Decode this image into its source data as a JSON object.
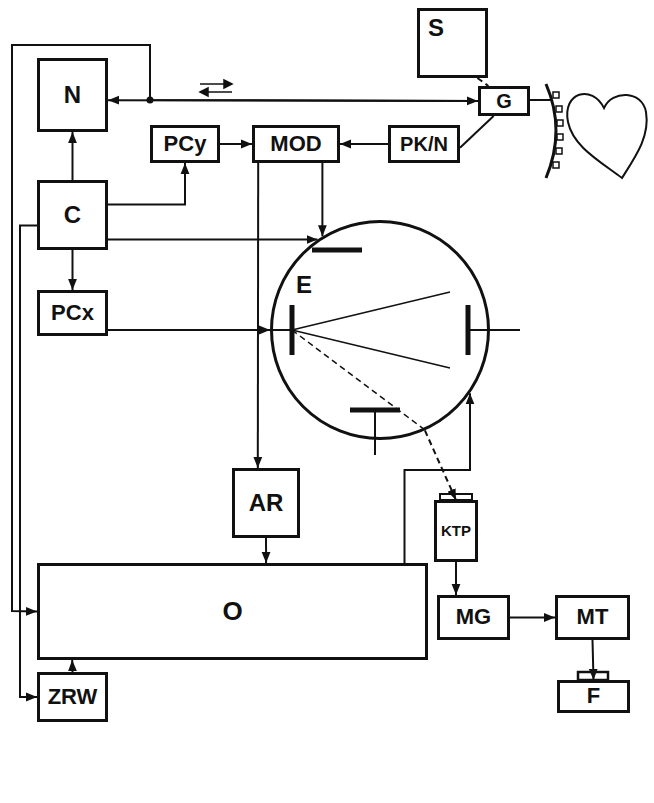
{
  "diagram": {
    "nodes": [
      {
        "text": [
          "S"
        ]
      },
      {
        "text": [
          "G"
        ]
      },
      {
        "text": [
          "N"
        ]
      },
      {
        "text": [
          "PCy"
        ]
      },
      {
        "text": [
          "MOD"
        ]
      },
      {
        "text": [
          "PK/N"
        ]
      },
      {
        "text": [
          "C"
        ]
      },
      {
        "text": [
          "PCx"
        ]
      },
      {
        "text": [
          "E"
        ]
      },
      {
        "text": [
          "AR"
        ]
      },
      {
        "text": [
          "KTP"
        ]
      },
      {
        "text": [
          "O"
        ]
      },
      {
        "text": [
          "MG"
        ]
      },
      {
        "text": [
          "MT"
        ]
      },
      {
        "text": [
          "ZRW"
        ]
      },
      {
        "text": [
          "F"
        ]
      }
    ],
    "edges": [
      {
        "from": 0,
        "to": 1,
        "arrow": "none"
      },
      {
        "from": 2,
        "to": 1,
        "arrow": "both"
      },
      {
        "from": 1,
        "to": 11,
        "arrow": "to"
      },
      {
        "from": 5,
        "to": 1,
        "arrow": "none"
      },
      {
        "from": 3,
        "to": 4,
        "arrow": "to"
      },
      {
        "from": 5,
        "to": 4,
        "arrow": "to"
      },
      {
        "from": 6,
        "to": 2,
        "arrow": "to"
      },
      {
        "from": 6,
        "to": 3,
        "arrow": "to"
      },
      {
        "from": 6,
        "to": 8,
        "arrow": "to"
      },
      {
        "from": 6,
        "to": 7,
        "arrow": "to"
      },
      {
        "from": 6,
        "to": 14,
        "arrow": "to"
      },
      {
        "from": 4,
        "to": 8,
        "arrow": "to"
      },
      {
        "from": 4,
        "to": 9,
        "arrow": "to"
      },
      {
        "from": 7,
        "to": 8,
        "arrow": "to"
      },
      {
        "from": 8,
        "to": 10,
        "arrow": "to"
      },
      {
        "from": 9,
        "to": 11,
        "arrow": "to"
      },
      {
        "from": 11,
        "to": 8,
        "arrow": "to"
      },
      {
        "from": 14,
        "to": 11,
        "arrow": "to"
      },
      {
        "from": 10,
        "to": 12,
        "arrow": "to"
      },
      {
        "from": 12,
        "to": 13,
        "arrow": "to"
      },
      {
        "from": 13,
        "to": 15,
        "arrow": "to"
      }
    ]
  }
}
